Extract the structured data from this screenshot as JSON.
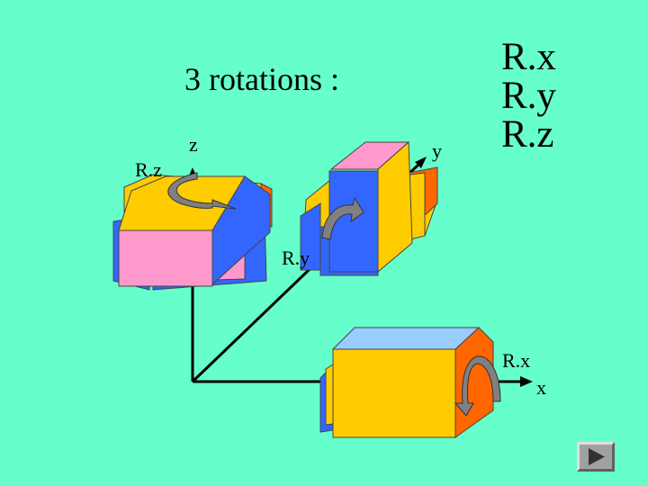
{
  "title": "3 rotations :",
  "axes": {
    "x": "x",
    "y": "y",
    "z": "z"
  },
  "rotation_labels": {
    "rz": "R.z",
    "ry": "R.y",
    "rx": "R.x"
  },
  "rotation_list": [
    "R.x",
    "R.y",
    "R.z"
  ],
  "colors": {
    "background": "#66FFCC",
    "top_yellow": "#FFCC00",
    "pink": "#FF99CC",
    "blue": "#3366FF",
    "light_blue": "#99CCFF",
    "orange": "#FF6600",
    "arrow_gray": "#808080"
  },
  "icons": {
    "next": "play-right-icon"
  }
}
